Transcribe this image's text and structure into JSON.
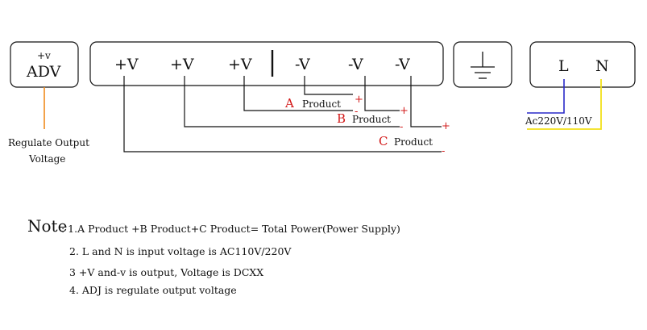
{
  "adj_block": {
    "top_label": "+v",
    "main_label": "ADV"
  },
  "adj_caption": {
    "line1": "Regulate Output",
    "line2": "Voltage"
  },
  "output_terminals": [
    "+V",
    "+V",
    "+V",
    "-V",
    "-V",
    "-V"
  ],
  "input_terminals": {
    "l": "L",
    "n": "N"
  },
  "input_caption": "Ac220V/110V",
  "ground_icon": "ground-symbol-icon",
  "products": [
    {
      "letter": "A",
      "word": "Product",
      "plus": "+",
      "minus": "-"
    },
    {
      "letter": "B",
      "word": "Product",
      "plus": "+",
      "minus": "-"
    },
    {
      "letter": "C",
      "word": "Product",
      "plus": "+",
      "minus": "-"
    }
  ],
  "note": {
    "title": "Note",
    "lines": [
      ": 1.A Product +B Product+C Product= Total Power(Power Supply)",
      "2. L and N is input voltage is AC110V/220V",
      "3 +V and-v is output, Voltage is DCXX",
      "4. ADJ is regulate output voltage"
    ]
  },
  "colors": {
    "adj_wire": "#f08a1c",
    "l_wire": "#2929c8",
    "n_wire": "#f2e01a",
    "product_red": "#d21818"
  }
}
